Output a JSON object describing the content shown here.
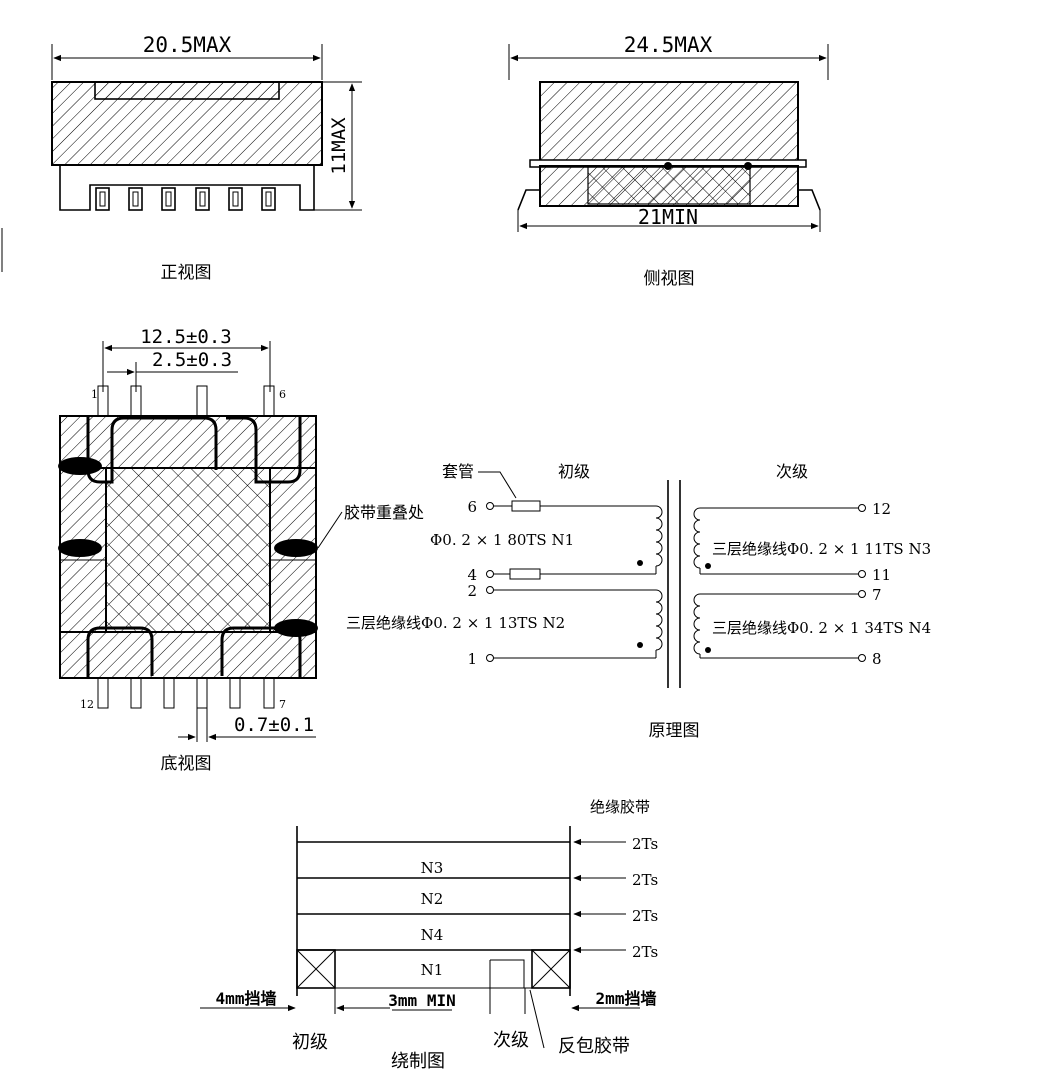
{
  "front_view": {
    "width_dim": "20.5MAX",
    "height_dim": "11MAX",
    "caption": "正视图"
  },
  "side_view": {
    "width_dim": "24.5MAX",
    "inner_dim": "21MIN",
    "caption": "侧视图"
  },
  "bottom_view": {
    "pitch_dim": "12.5±0.3",
    "pin_spacing_dim": "2.5±0.3",
    "pin_width_dim": "0.7±0.1",
    "pin_1": "1",
    "pin_6": "6",
    "pin_12": "12",
    "pin_7": "7",
    "tape_overlap_label": "胶带重叠处",
    "caption": "底视图"
  },
  "schematic": {
    "primary_title": "初级",
    "secondary_title": "次级",
    "sleeve_label": "套管",
    "pin_6": "6",
    "pin_4": "4",
    "pin_2": "2",
    "pin_1": "1",
    "pin_12": "12",
    "pin_11": "11",
    "pin_7": "7",
    "pin_8": "8",
    "n1_spec": "Φ0. 2 × 1    80TS    N1",
    "n2_spec": "三层绝缘线Φ0. 2 × 1    13TS    N2",
    "n3_spec": "三层绝缘线Φ0. 2 × 1    11TS    N3",
    "n4_spec": "三层绝缘线Φ0. 2 × 1    34TS    N4",
    "caption": "原理图"
  },
  "winding": {
    "insulation_tape_label": "绝缘胶带",
    "layers": [
      "N3",
      "N2",
      "N4",
      "N1"
    ],
    "tape_turns": [
      "2Ts",
      "2Ts",
      "2Ts",
      "2Ts"
    ],
    "left_wall": "4mm挡墙",
    "center_gap": "3mm MIN",
    "right_wall": "2mm挡墙",
    "primary_label": "初级",
    "secondary_label": "次级",
    "reverse_tape_label": "反包胶带",
    "caption": "绕制图"
  }
}
